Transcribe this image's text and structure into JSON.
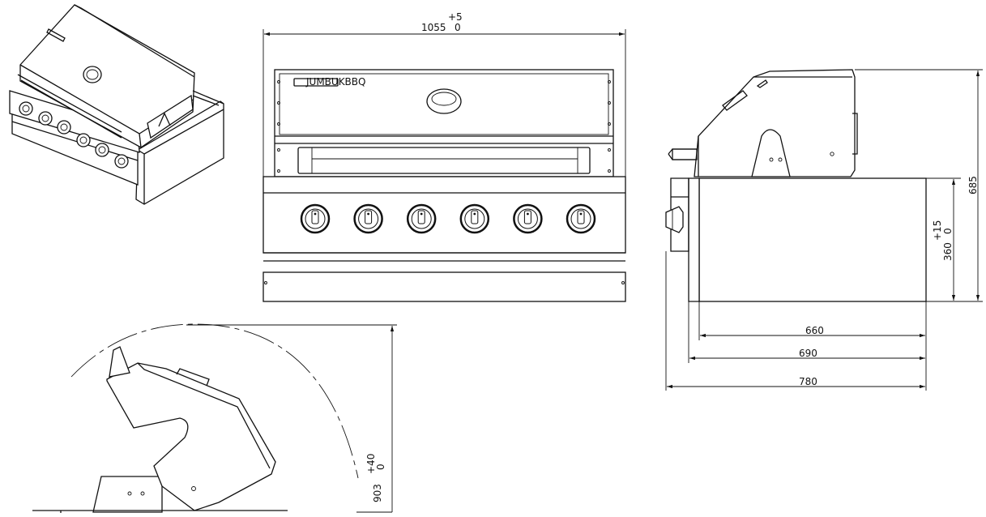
{
  "drawing": {
    "title": "",
    "front_view": {
      "width_dim": {
        "value": "1055",
        "upper_tol": "+5",
        "lower_tol": "0"
      },
      "brand_label": "JUMBUKBBQ",
      "knob_count": 6
    },
    "side_view": {
      "height_total": "685",
      "height_base": {
        "value": "360",
        "upper_tol": "+15",
        "lower_tol": "0"
      },
      "depth_dims": [
        "660",
        "690",
        "780"
      ]
    },
    "open_lid_view": {
      "height_open": {
        "value": "903",
        "upper_tol": "+40",
        "lower_tol": "0"
      }
    }
  },
  "colors": {
    "line": "#111111",
    "background": "#ffffff"
  }
}
